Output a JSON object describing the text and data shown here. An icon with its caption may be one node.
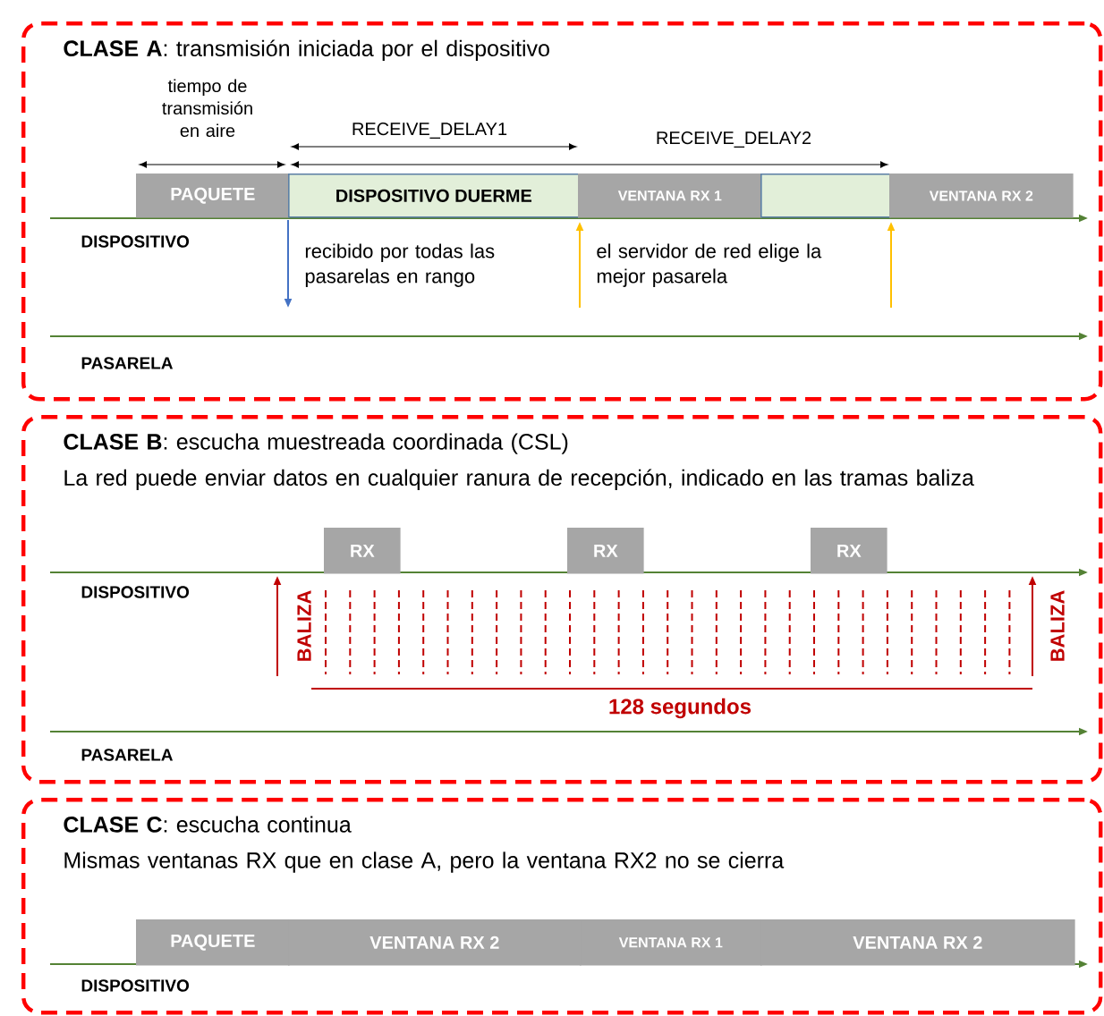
{
  "diagram": {
    "nodes": [
      {
        "text": [
          "**CLASE A**: transmisión iniciada por el dispositivo"
        ]
      },
      {
        "text": [
          "PAQUETE"
        ],
        "in": 0
      },
      {
        "text": [
          "DISPOSITIVO DUERME"
        ],
        "in": 0
      },
      {
        "text": [
          "VENTANA RX 1"
        ],
        "in": 0
      },
      {
        "text": [],
        "shape": "box",
        "in": 0
      },
      {
        "text": [
          "VENTANA RX 2"
        ],
        "in": 0
      },
      {
        "text": [
          "**CLASE B**: escucha muestreada coordinada (CSL)",
          "La red puede enviar datos en cualquier ranura de recepción, indicado en las tramas baliza"
        ]
      },
      {
        "text": [
          "RX"
        ],
        "in": 6
      },
      {
        "text": [
          "RX"
        ],
        "in": 6
      },
      {
        "text": [
          "RX"
        ],
        "in": 6
      },
      {
        "text": [
          "**CLASE C**: escucha continua",
          "Mismas ventanas RX que en clase A, pero la ventana RX2 no se cierra"
        ]
      },
      {
        "text": [
          "PAQUETE"
        ],
        "in": 10
      },
      {
        "text": [
          "VENTANA RX 2"
        ],
        "in": 10
      },
      {
        "text": [
          "VENTANA RX 1"
        ],
        "in": 10
      },
      {
        "text": [
          "VENTANA RX 2"
        ],
        "in": 10
      }
    ],
    "labels": [
      "tiempo de transmisión en aire",
      "RECEIVE_DELAY1",
      "RECEIVE_DELAY2",
      "DISPOSITIVO",
      "recibido por todas las pasarelas en rango",
      "el servidor de red elige la mejor pasarela",
      "PASARELA",
      "DISPOSITIVO",
      "BALIZA",
      "BALIZA",
      "128 segundos",
      "PASARELA",
      "DISPOSITIVO"
    ]
  }
}
